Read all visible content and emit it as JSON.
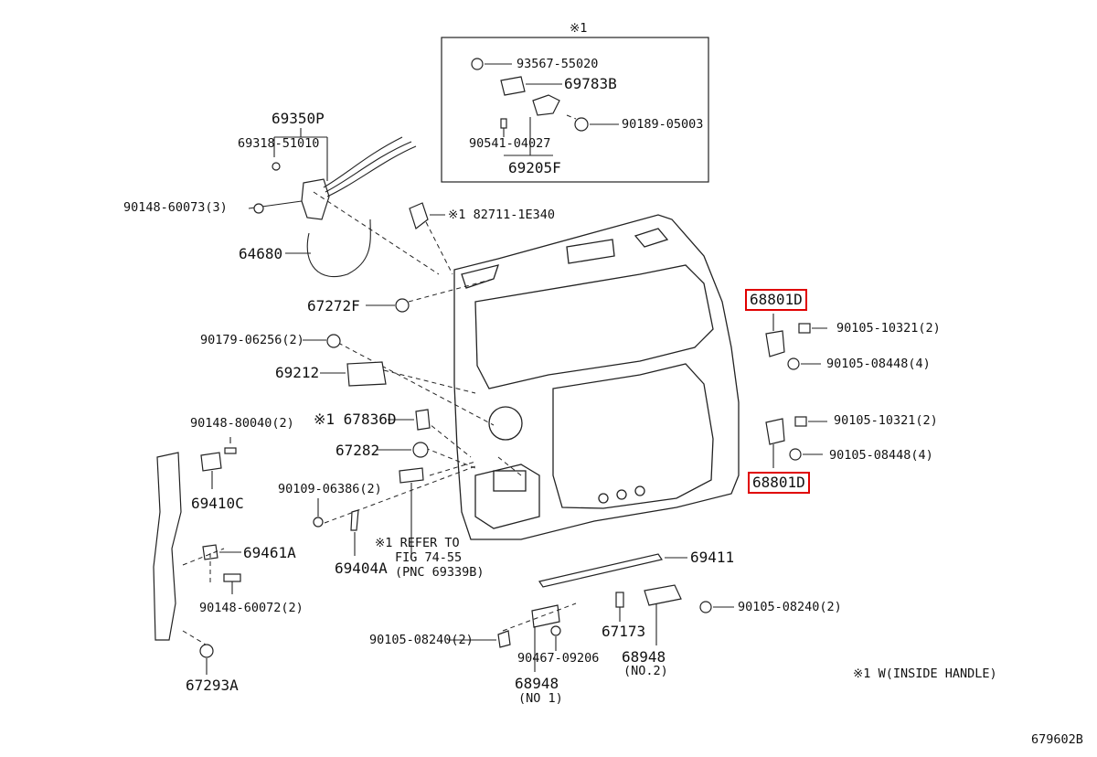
{
  "inset_marker": "※1",
  "inset_parts": {
    "p1": "93567-55020",
    "p2": "69783B",
    "p3": "90189-05003",
    "p4": "90541-04027",
    "p5": "69205F"
  },
  "parts": {
    "l69350P": "69350P",
    "l69318": "69318-51010",
    "l90148_60073": "90148-60073(3)",
    "l64680": "64680",
    "l82711": "※1 82711-1E340",
    "l67272F": "67272F",
    "l90179": "90179-06256(2)",
    "l69212": "69212",
    "l67836D": "※1 67836D",
    "l67282": "67282",
    "l90148_80040": "90148-80040(2)",
    "l69410C": "69410C",
    "l90109": "90109-06386(2)",
    "l69404A": "69404A",
    "l69461A": "69461A",
    "l90148_60072": "90148-60072(2)",
    "l67293A": "67293A",
    "l90105_08240a": "90105-08240(2)",
    "l90467": "90467-09206",
    "l68948_1": "68948",
    "l68948_1sub": "(NO 1)",
    "l67173": "67173",
    "l68948_2": "68948",
    "l68948_2sub": "(NO.2)",
    "l90105_08240b": "90105-08240(2)",
    "l69411": "69411",
    "l68801D_top": "68801D",
    "l90105_10321a": "90105-10321(2)",
    "l90105_08448a": "90105-08448(4)",
    "l90105_10321b": "90105-10321(2)",
    "l90105_08448b": "90105-08448(4)",
    "l68801D_bot": "68801D"
  },
  "refer_note": {
    "line1": "※1 REFER TO",
    "line2": "FIG 74-55",
    "line3": "(PNC 69339B)"
  },
  "footnote": "※1 W(INSIDE HANDLE)",
  "figure_id": "679602B",
  "highlight_color": "#e00000"
}
